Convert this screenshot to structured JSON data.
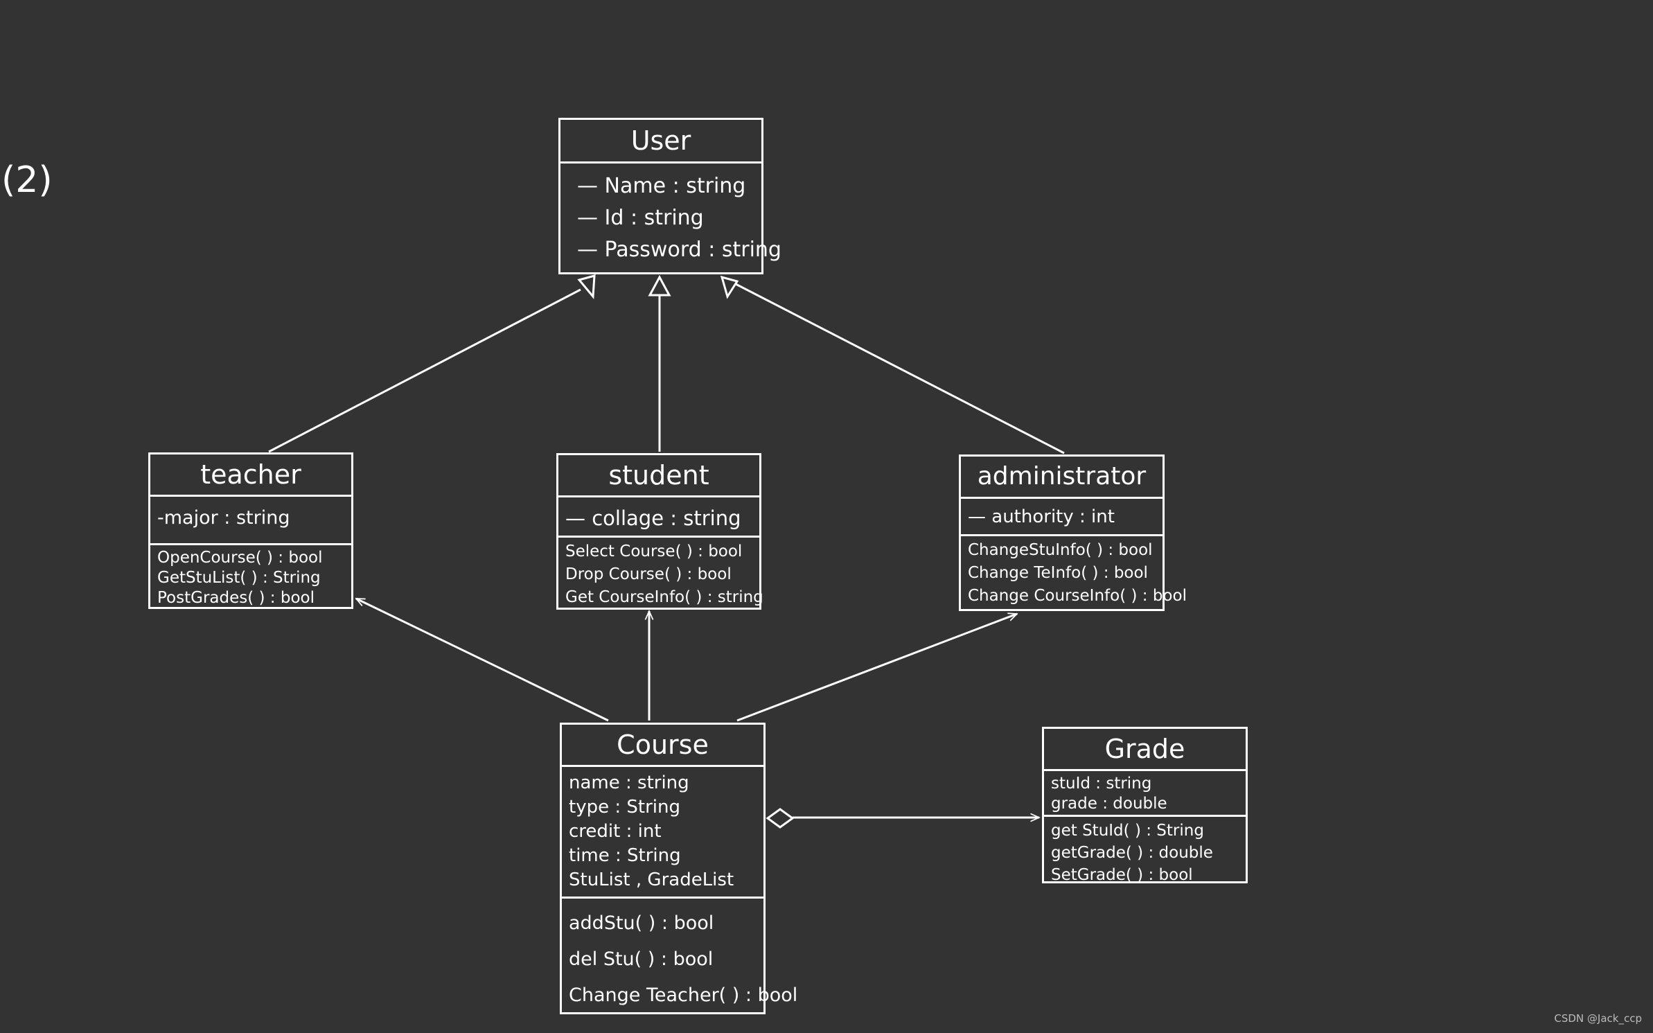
{
  "diagram_label": "(2)",
  "watermark": "CSDN @Jack_ccp",
  "classes": {
    "user": {
      "name": "User",
      "attributes": [
        "— Name : string",
        "— Id  :  string",
        "— Password : string"
      ],
      "methods": []
    },
    "teacher": {
      "name": "teacher",
      "attributes": [
        "-major : string"
      ],
      "methods": [
        "OpenCourse(  ) : bool",
        "GetStuList(  ) : String",
        "PostGrades(  ) : bool"
      ]
    },
    "student": {
      "name": "student",
      "attributes": [
        "— collage : string"
      ],
      "methods": [
        "Select Course(  ) : bool",
        "Drop Course(  ) : bool",
        "Get CourseInfo( ) : string"
      ]
    },
    "administrator": {
      "name": "administrator",
      "attributes": [
        "— authority :  int"
      ],
      "methods": [
        "ChangeStuInfo(  ) : bool",
        "Change TeInfo(  ) : bool",
        "Change CourseInfo(  ) : bool"
      ]
    },
    "course": {
      "name": "Course",
      "attributes": [
        "name : string",
        "type : String",
        "credit :  int",
        "time :  String",
        "StuList , GradeList"
      ],
      "methods": [
        "addStu(   ) : bool",
        "del Stu(   ) : bool",
        "Change Teacher(  ) : bool"
      ]
    },
    "grade": {
      "name": "Grade",
      "attributes": [
        "stuId : string",
        "grade : double"
      ],
      "methods": [
        "get StuId(  ) : String",
        "getGrade(  ) : double",
        "SetGrade(  ) : bool"
      ]
    }
  },
  "relationships": [
    {
      "type": "generalization",
      "from": "teacher",
      "to": "user"
    },
    {
      "type": "generalization",
      "from": "student",
      "to": "user"
    },
    {
      "type": "generalization",
      "from": "administrator",
      "to": "user"
    },
    {
      "type": "association",
      "from": "course",
      "to": "teacher"
    },
    {
      "type": "association",
      "from": "course",
      "to": "student"
    },
    {
      "type": "association",
      "from": "course",
      "to": "administrator"
    },
    {
      "type": "aggregation",
      "from": "course",
      "to": "grade"
    }
  ],
  "colors": {
    "background": "#333333",
    "stroke": "#ffffff",
    "text": "#ffffff"
  }
}
